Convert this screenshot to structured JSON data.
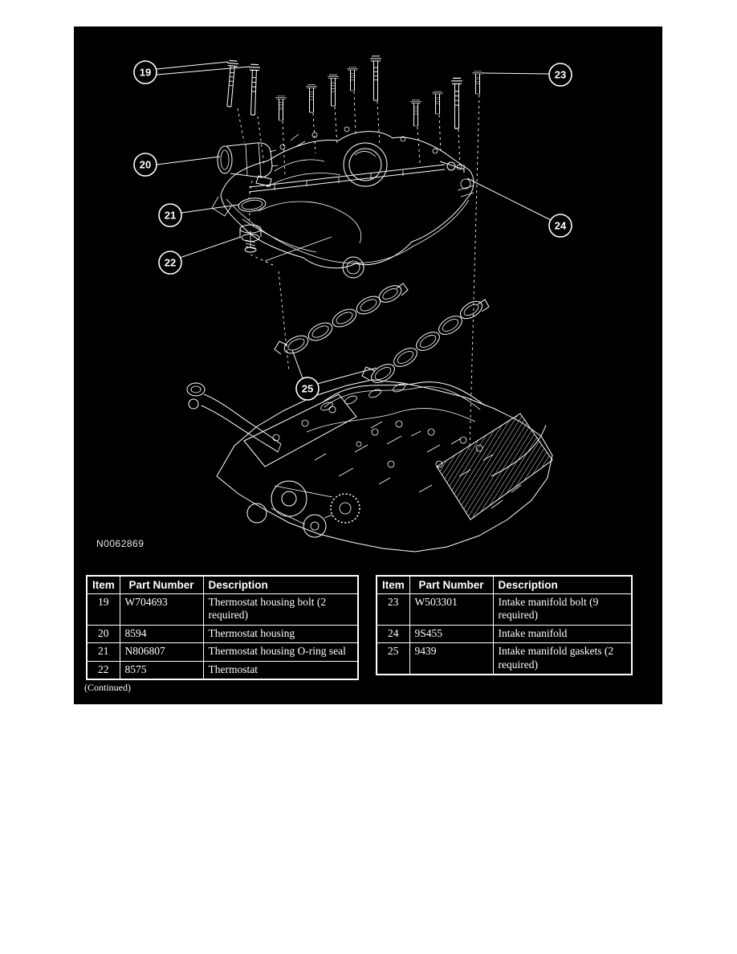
{
  "figure": {
    "id_label": "N0062869",
    "continued_note": "(Continued)",
    "description": "Exploded view of intake manifold, gaskets and thermostat housing above engine",
    "colors": {
      "panel_bg": "#000000",
      "line": "#ffffff",
      "page_bg": "#ffffff"
    },
    "callouts": [
      {
        "label": "19"
      },
      {
        "label": "20"
      },
      {
        "label": "21"
      },
      {
        "label": "22"
      },
      {
        "label": "23"
      },
      {
        "label": "24"
      },
      {
        "label": "25"
      }
    ]
  },
  "parts_tables": [
    {
      "headers": {
        "item": "Item",
        "part_number": "Part Number",
        "description": "Description"
      },
      "rows": [
        {
          "item": "19",
          "part_number": "W704693",
          "description": "Thermostat housing bolt (2 required)"
        },
        {
          "item": "20",
          "part_number": "8594",
          "description": "Thermostat housing"
        },
        {
          "item": "21",
          "part_number": "N806807",
          "description": "Thermostat housing O-ring seal"
        },
        {
          "item": "22",
          "part_number": "8575",
          "description": "Thermostat"
        }
      ]
    },
    {
      "headers": {
        "item": "Item",
        "part_number": "Part Number",
        "description": "Description"
      },
      "rows": [
        {
          "item": "23",
          "part_number": "W503301",
          "description": "Intake manifold bolt (9 required)"
        },
        {
          "item": "24",
          "part_number": "9S455",
          "description": "Intake manifold"
        },
        {
          "item": "25",
          "part_number": "9439",
          "description": "Intake manifold gaskets (2 required)"
        }
      ]
    }
  ]
}
